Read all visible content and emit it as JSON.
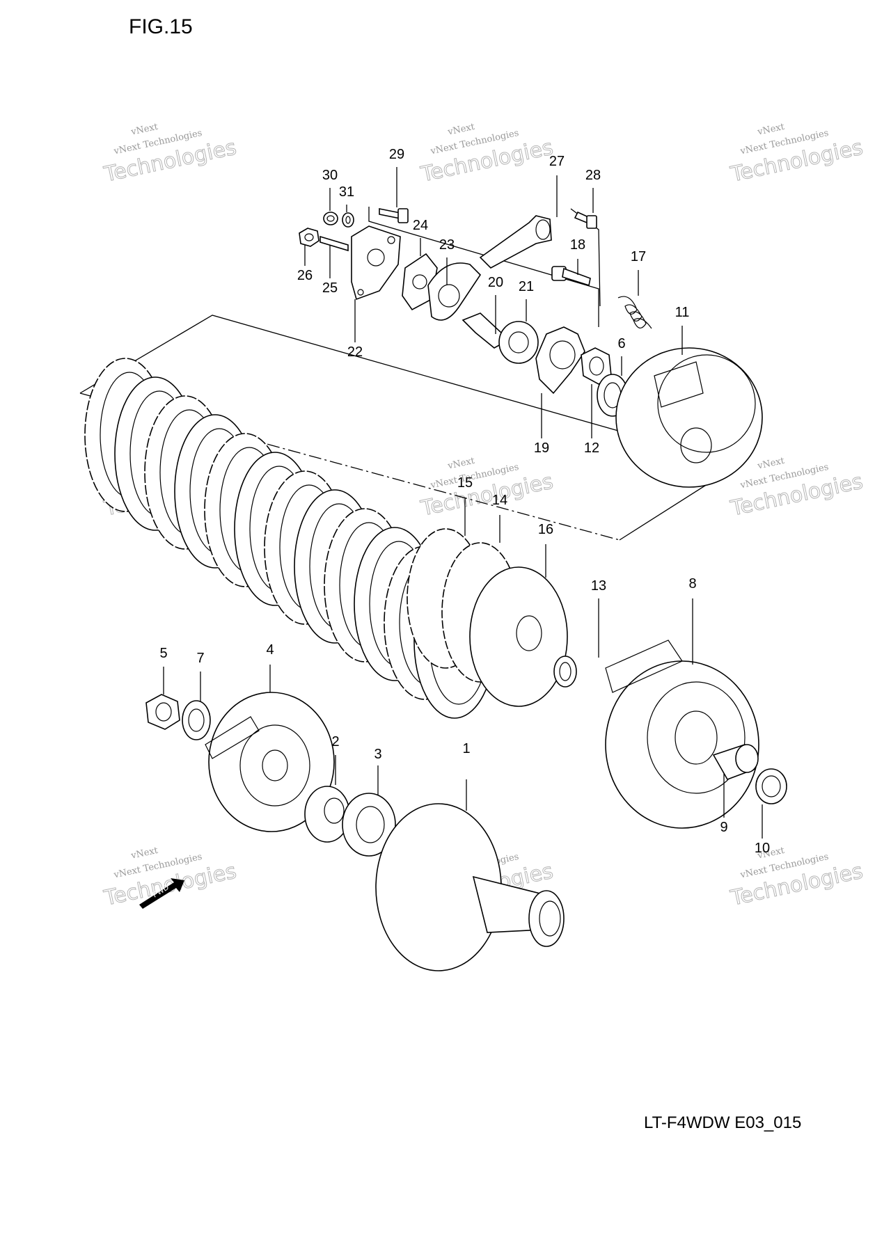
{
  "figure": {
    "title": "FIG.15",
    "code": "LT-F4WDW E03_015"
  },
  "watermark": {
    "line1": "vNext Technologies",
    "line2": "vNext",
    "line3": "Technologies"
  },
  "fwd_label": "FWD",
  "callouts": [
    {
      "id": "1",
      "label": "1"
    },
    {
      "id": "2",
      "label": "2"
    },
    {
      "id": "3",
      "label": "3"
    },
    {
      "id": "4",
      "label": "4"
    },
    {
      "id": "5",
      "label": "5"
    },
    {
      "id": "6",
      "label": "6"
    },
    {
      "id": "7",
      "label": "7"
    },
    {
      "id": "8",
      "label": "8"
    },
    {
      "id": "9",
      "label": "9"
    },
    {
      "id": "10",
      "label": "10"
    },
    {
      "id": "11",
      "label": "11"
    },
    {
      "id": "12",
      "label": "12"
    },
    {
      "id": "13",
      "label": "13"
    },
    {
      "id": "14",
      "label": "14"
    },
    {
      "id": "15",
      "label": "15"
    },
    {
      "id": "16",
      "label": "16"
    },
    {
      "id": "17",
      "label": "17"
    },
    {
      "id": "18",
      "label": "18"
    },
    {
      "id": "19",
      "label": "19"
    },
    {
      "id": "20",
      "label": "20"
    },
    {
      "id": "21",
      "label": "21"
    },
    {
      "id": "22",
      "label": "22"
    },
    {
      "id": "23",
      "label": "23"
    },
    {
      "id": "24",
      "label": "24"
    },
    {
      "id": "25",
      "label": "25"
    },
    {
      "id": "26",
      "label": "26"
    },
    {
      "id": "27",
      "label": "27"
    },
    {
      "id": "28",
      "label": "28"
    },
    {
      "id": "29",
      "label": "29"
    },
    {
      "id": "30",
      "label": "30"
    },
    {
      "id": "31",
      "label": "31"
    }
  ]
}
